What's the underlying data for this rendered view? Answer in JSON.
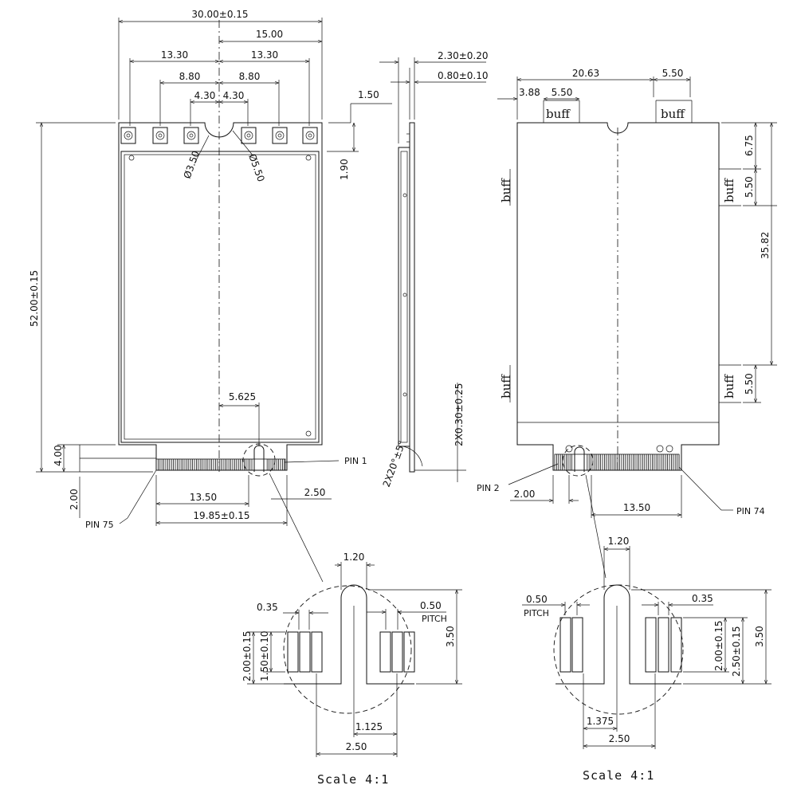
{
  "front_view": {
    "width": "30.00±0.15",
    "center": "15.00",
    "outer_left": "13.30",
    "outer_right": "13.30",
    "mid_left": "8.80",
    "mid_right": "8.80",
    "inner_left": "4.30",
    "inner_right": "4.30",
    "hole_dia_small": "Ø3.50",
    "hole_dia_large": "Ø5.50",
    "offset_top": "1.50",
    "offset_1_90": "1.90",
    "height": "52.00±0.15",
    "notch_height": "4.00",
    "edge_2_00": "2.00",
    "offset_5_625": "5.625",
    "pin_1": "PIN 1",
    "pin_75": "PIN 75",
    "len_13_50": "13.50",
    "len_2_50": "2.50",
    "len_19_85": "19.85±0.15"
  },
  "side_view": {
    "thickness": "2.30±0.20",
    "pcb_thickness": "0.80±0.10",
    "chamfer_count": "2X0.30±0.25",
    "chamfer_angle": "2X20°±5°"
  },
  "back_view": {
    "width_20_63": "20.63",
    "width_5_50_top": "5.50",
    "offset_3_88": "3.88",
    "width_5_50_buff": "5.50",
    "buff": "buff",
    "right_6_75": "6.75",
    "right_5_50_a": "5.50",
    "right_35_82": "35.82",
    "right_5_50_b": "5.50",
    "pin_2": "PIN 2",
    "pin_74": "PIN 74",
    "len_2_00": "2.00",
    "len_13_50": "13.50"
  },
  "detail_left": {
    "slot_width": "1.20",
    "pad_width": "0.35",
    "pitch": "0.50",
    "pitch_label": "PITCH",
    "pad_len": "2.00±0.15",
    "pad_len_2": "1.50±0.10",
    "depth": "3.50",
    "offset": "1.125",
    "span": "2.50",
    "scale": "Scale 4:1"
  },
  "detail_right": {
    "slot_width": "1.20",
    "pad_width": "0.35",
    "pitch": "0.50",
    "pitch_label": "PITCH",
    "pad_len": "2.00±0.15",
    "pad_len_2": "2.50±0.15",
    "depth": "3.50",
    "offset": "1.375",
    "span": "2.50",
    "scale": "Scale 4:1"
  }
}
